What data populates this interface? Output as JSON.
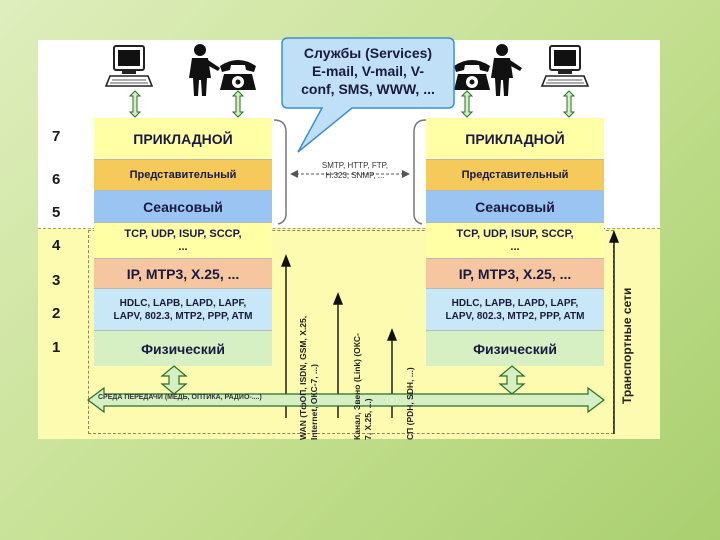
{
  "layer_numbers": [
    "7",
    "6",
    "5",
    "4",
    "3",
    "2",
    "1"
  ],
  "left_stack": {
    "application": "ПРИКЛАДНОЙ",
    "presentation": "Представительный",
    "session": "Сеансовый",
    "transport_line1": "TCP, UDP, ISUP, SCCP,",
    "transport_line2": "...",
    "network": "IP, MTP3, X.25, ...",
    "datalink_line1": "HDLC, LAPB, LAPD, LAPF,",
    "datalink_line2": "LAPV, 802.3, MTP2, PPP, ATM",
    "physical": "Физический"
  },
  "right_stack": {
    "application": "ПРИКЛАДНОЙ",
    "presentation": "Представительный",
    "session": "Сеансовый",
    "transport_line1": "TCP, UDP, ISUP, SCCP,",
    "transport_line2": "...",
    "network": "IP, MTP3, X.25, ...",
    "datalink_line1": "HDLC, LAPB, LAPD, LAPF,",
    "datalink_line2": "LAPV, 802.3, MTP2, PPP, ATM",
    "physical": "Физический"
  },
  "callout": {
    "line1": "Службы (Services)",
    "line2": "E-mail, V-mail, V-",
    "line3": "conf, SMS, WWW, ..."
  },
  "protocols": {
    "line1": "SMTP, HTTP, FTP,",
    "line2": "H.323, SNMP, ..."
  },
  "vertical_labels": {
    "wan_line1": "WAN (ТфОП, ISDN, GSM, X.25,",
    "wan_line2": "Internet, ОКС-7, ...)",
    "link_line1": "Канал, Звено (Link) (ОКС-",
    "link_line2": "7, X.25, ...)",
    "sp": "СП (PDH, SDH, ...)",
    "transport_networks": "Транспортные сети"
  },
  "medium_label": "СРЕДА ПЕРЕДАЧИ (МЕДЬ, ОПТИКА, РАДИО-....)",
  "colors": {
    "application": "#ffffa6",
    "presentation": "#f5c95a",
    "session": "#9ac4f2",
    "network": "#f5c6a0",
    "datalink": "#c8e8f7",
    "physical": "#d6f0c4",
    "transport_zone": "#fdfbb0",
    "arrow_fill": "#d6f0c4"
  },
  "icons": [
    "computer-icon",
    "person-icon",
    "telephone-icon"
  ]
}
